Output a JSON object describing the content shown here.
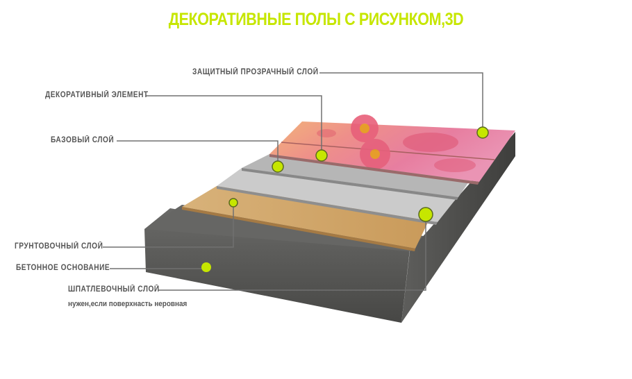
{
  "title": "ДЕКОРАТИВНЫЕ  ПОЛЫ С РИСУНКОМ,3D",
  "colors": {
    "accent": "#c6e600",
    "label_text": "#555555",
    "leader_line": "#707070",
    "concrete": "#5a5a58",
    "putty": "#d4a86a",
    "primer": "#c8c8c8",
    "base": "#b8b8b8",
    "decor_pink": "#e87a9a",
    "decor_orange": "#f0b070"
  },
  "labels": {
    "protective": "ЗАЩИТНЫЙ  ПРОЗРАЧНЫЙ  СЛОЙ",
    "decorative": "ДЕКОРАТИВНЫЙ  ЭЛЕМЕНТ",
    "base": "БАЗОВЫЙ СЛОЙ",
    "primer": "ГРУНТОВОЧНЫЙ  СЛОЙ",
    "concrete": "БЕТОННОЕ  ОСНОВАНИЕ",
    "putty": "ШПАТЛЕВОЧНЫЙ  СЛОЙ",
    "putty_note": "нужен,если поверхнасть неровная"
  },
  "markers": [
    "protective-layer-dot",
    "decorative-element-dot",
    "base-layer-dot",
    "primer-layer-dot",
    "concrete-dot",
    "putty-layer-dot"
  ]
}
